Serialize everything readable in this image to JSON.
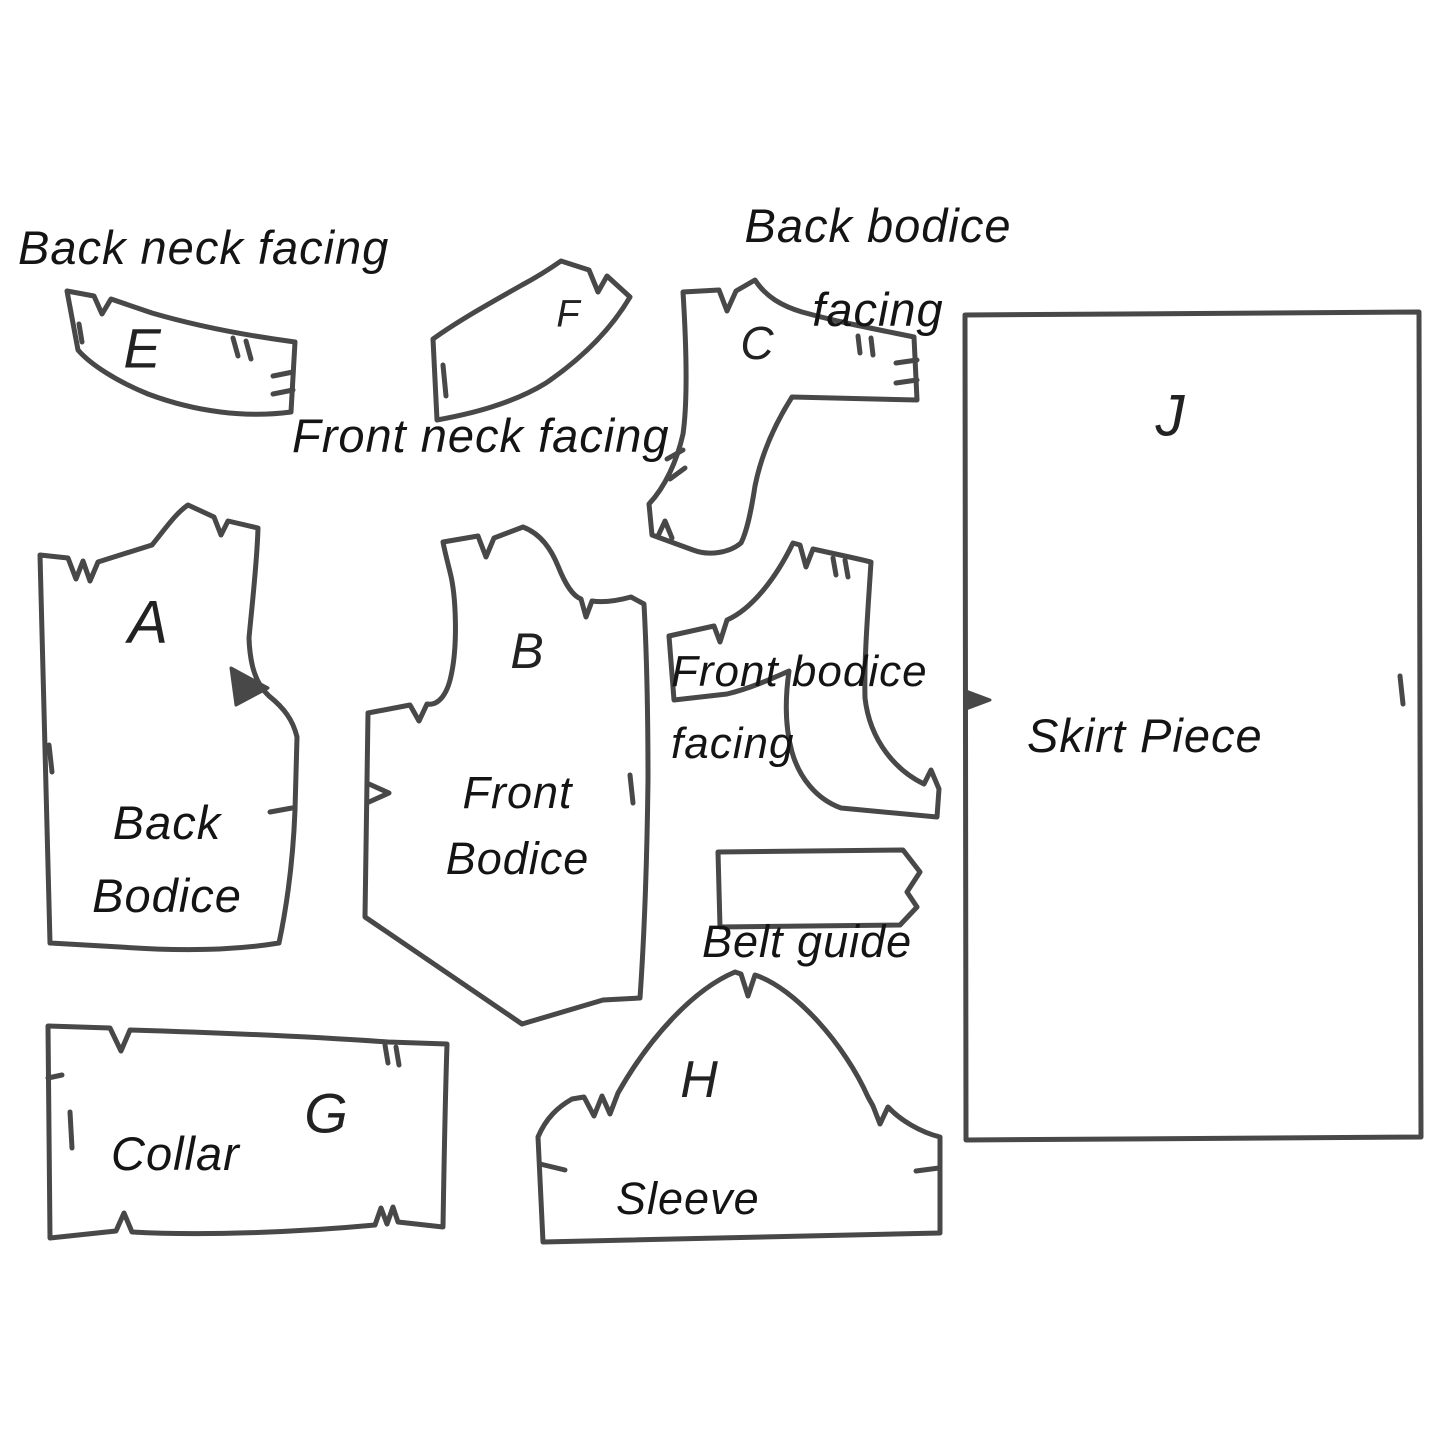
{
  "page": {
    "description": "Scanned sewing pattern layout diagram with lettered pattern pieces",
    "background": "#ffffff",
    "line_color": "#484848",
    "text_color": "#141414"
  },
  "pieces": {
    "back_neck_facing": {
      "letter": "E",
      "label": "Back neck facing"
    },
    "front_neck_facing": {
      "letter": "F",
      "label": "Front neck facing"
    },
    "back_bodice_facing": {
      "letter": "C",
      "label_line1": "Back bodice",
      "label_line2": "facing"
    },
    "back_bodice": {
      "letter": "A",
      "label_line1": "Back",
      "label_line2": "Bodice"
    },
    "front_bodice": {
      "letter": "B",
      "label_line1": "Front",
      "label_line2": "Bodice"
    },
    "front_bodice_facing": {
      "label_line1": "Front bodice",
      "label_line2": "facing"
    },
    "skirt_piece": {
      "letter": "J",
      "label": "Skirt Piece"
    },
    "belt_guide": {
      "label": "Belt guide"
    },
    "collar": {
      "letter": "G",
      "label": "Collar"
    },
    "sleeve": {
      "letter": "H",
      "label": "Sleeve"
    }
  }
}
